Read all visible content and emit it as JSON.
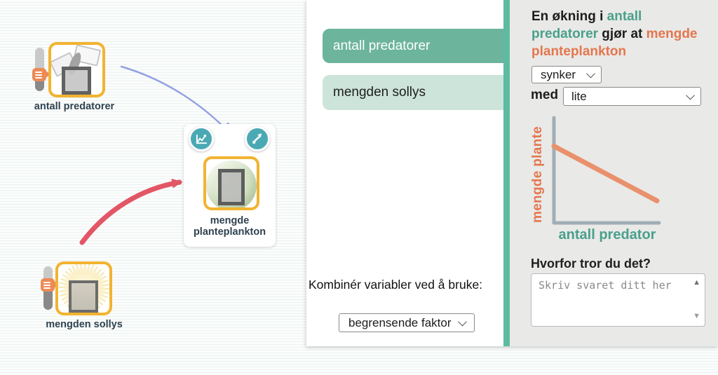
{
  "canvas": {
    "nodes": [
      {
        "id": "antall-predatorer",
        "label": "antall predatorer"
      },
      {
        "id": "mengde-planteplankton",
        "label": "mengde planteplankton"
      },
      {
        "id": "mengden-sollys",
        "label": "mengden sollys"
      }
    ],
    "links": [
      {
        "from": "antall predatorer",
        "to": "mengde planteplankton",
        "color": "#93a2e2",
        "style": "thin-curved"
      },
      {
        "from": "mengden sollys",
        "to": "mengde planteplankton",
        "color": "#e25666",
        "style": "thick-curved"
      }
    ]
  },
  "variable_list": {
    "items": [
      {
        "label": "antall predatorer",
        "state": "selected"
      },
      {
        "label": "mengden sollys",
        "state": "normal"
      }
    ]
  },
  "combine": {
    "label": "Kombinér variabler ved å bruke:",
    "value": "begrensende faktor"
  },
  "relationship": {
    "text_before": "En økning i ",
    "cause": "antall predatorer",
    "text_middle": " gjør at ",
    "effect": "mengde planteplankton",
    "direction": {
      "value": "synker"
    },
    "amount_label": "med",
    "amount": {
      "value": "lite"
    }
  },
  "graph": {
    "ylabel": "mengde plante",
    "xlabel": "antall predator",
    "chart_data": {
      "type": "line",
      "title": "",
      "xlabel": "antall predator",
      "ylabel": "mengde plante",
      "x_range": [
        0,
        1
      ],
      "y_range": [
        0,
        1
      ],
      "points": [
        [
          0,
          0.73
        ],
        [
          0.98,
          0.21
        ]
      ],
      "trend": "linear-decreasing",
      "grid": false,
      "line_color": "#e9906c",
      "axis_color": "#a2aeb6"
    }
  },
  "why": {
    "label": "Hvorfor tror du det?",
    "placeholder": "Skriv svaret ditt her"
  },
  "icons": {
    "scroll_up": "▲",
    "scroll_down": "▼"
  },
  "colors": {
    "accent_teal": "#5ebb9f",
    "selected_item_bg": "#6db49d",
    "item_bg": "#cde4da",
    "cause_text": "#49a08b",
    "effect_text": "#e4764e",
    "node_border": "#f2b331",
    "link_blue": "#93a2e2",
    "link_red": "#e25666",
    "action_button": "#4aa9b4"
  }
}
